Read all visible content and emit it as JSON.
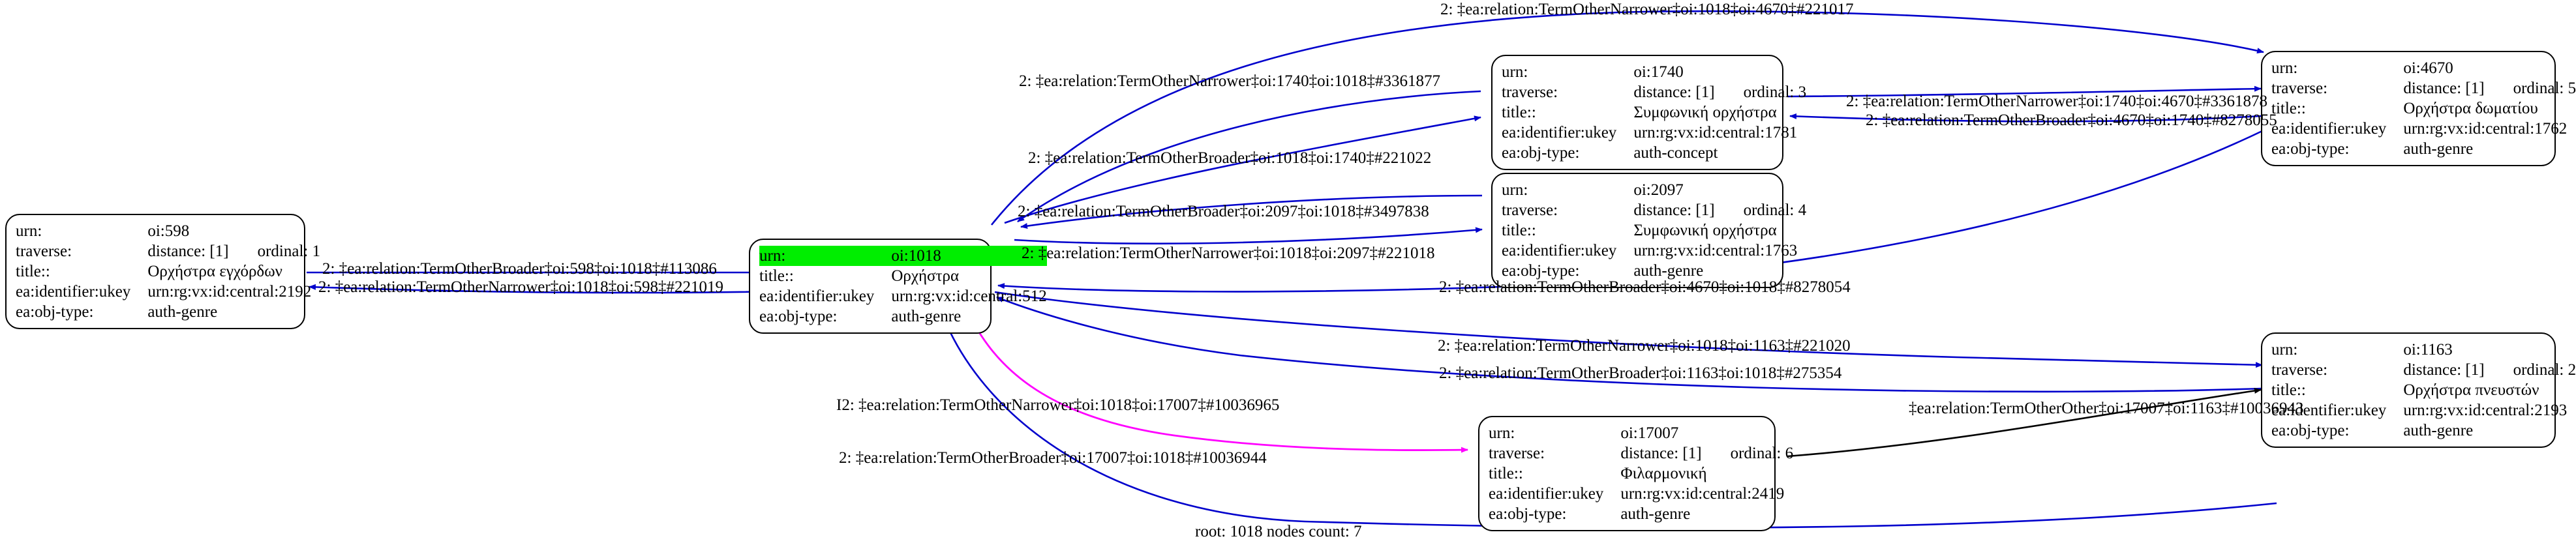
{
  "graph": {
    "caption": "root: 1018 nodes count: 7",
    "colors": {
      "edge_default": "#0000cc",
      "edge_highlight": "#ff00ff",
      "edge_other": "#000000",
      "node_highlight": "#00ee00",
      "node_border": "#000000",
      "background": "#ffffff"
    },
    "field_labels": {
      "urn": "urn:",
      "traverse": "traverse:",
      "title": "title::",
      "ukey": "ea:identifier:ukey",
      "objtype": "ea:obj-type:"
    },
    "nodes": [
      {
        "id": "598",
        "urn": "oi:598",
        "traverse_distance": "distance: [1]",
        "traverse_ordinal": "ordinal: 1",
        "title": "Ορχήστρα εγχόρδων",
        "ukey": "urn:rg:vx:id:central:2192",
        "objtype": "auth-genre",
        "highlighted": false
      },
      {
        "id": "1018",
        "urn": "oi:1018",
        "traverse_distance": "",
        "traverse_ordinal": "",
        "title": "Ορχήστρα",
        "ukey": "urn:rg:vx:id:central:512",
        "objtype": "auth-genre",
        "highlighted": true
      },
      {
        "id": "1740",
        "urn": "oi:1740",
        "traverse_distance": "distance: [1]",
        "traverse_ordinal": "ordinal: 3",
        "title": "Συμφωνική ορχήστρα",
        "ukey": "urn:rg:vx:id:central:1781",
        "objtype": "auth-concept",
        "highlighted": false
      },
      {
        "id": "2097",
        "urn": "oi:2097",
        "traverse_distance": "distance: [1]",
        "traverse_ordinal": "ordinal: 4",
        "title": "Συμφωνική ορχήστρα",
        "ukey": "urn:rg:vx:id:central:1763",
        "objtype": "auth-genre",
        "highlighted": false
      },
      {
        "id": "4670",
        "urn": "oi:4670",
        "traverse_distance": "distance: [1]",
        "traverse_ordinal": "ordinal: 5",
        "title": "Ορχήστρα δωματίου",
        "ukey": "urn:rg:vx:id:central:1762",
        "objtype": "auth-genre",
        "highlighted": false
      },
      {
        "id": "1163",
        "urn": "oi:1163",
        "traverse_distance": "distance: [1]",
        "traverse_ordinal": "ordinal: 2",
        "title": "Ορχήστρα πνευστών",
        "ukey": "urn:rg:vx:id:central:2193",
        "objtype": "auth-genre",
        "highlighted": false
      },
      {
        "id": "17007",
        "urn": "oi:17007",
        "traverse_distance": "distance: [1]",
        "traverse_ordinal": "ordinal: 6",
        "title": "Φιλαρμονική",
        "ukey": "urn:rg:vx:id:central:2419",
        "objtype": "auth-genre",
        "highlighted": false
      }
    ],
    "edge_labels": [
      {
        "key": "e1",
        "text": "2: ‡ea:relation:TermOtherNarrower‡oi:1018‡oi:4670‡#221017"
      },
      {
        "key": "e2",
        "text": "2: ‡ea:relation:TermOtherNarrower‡oi:1740‡oi:1018‡#3361877"
      },
      {
        "key": "e3",
        "text": "2: ‡ea:relation:TermOtherNarrower‡oi:1740‡oi:4670‡#3361878"
      },
      {
        "key": "e4",
        "text": "2: ‡ea:relation:TermOtherBroader‡oi:4670‡oi:1740‡#8278055"
      },
      {
        "key": "e5",
        "text": "2: ‡ea:relation:TermOtherBroader‡oi:1018‡oi:1740‡#221022"
      },
      {
        "key": "e6",
        "text": "2: ‡ea:relation:TermOtherBroader‡oi:2097‡oi:1018‡#3497838"
      },
      {
        "key": "e7",
        "text": "2: ‡ea:relation:TermOtherNarrower‡oi:1018‡oi:2097‡#221018"
      },
      {
        "key": "e8",
        "text": "2: ‡ea:relation:TermOtherBroader‡oi:598‡oi:1018‡#113086"
      },
      {
        "key": "e9",
        "text": "2: ‡ea:relation:TermOtherNarrower‡oi:1018‡oi:598‡#221019"
      },
      {
        "key": "e10",
        "text": "2: ‡ea:relation:TermOtherBroader‡oi:4670‡oi:1018‡#8278054"
      },
      {
        "key": "e11",
        "text": "2: ‡ea:relation:TermOtherNarrower‡oi:1018‡oi:1163‡#221020"
      },
      {
        "key": "e12",
        "text": "2: ‡ea:relation:TermOtherBroader‡oi:1163‡oi:1018‡#275354"
      },
      {
        "key": "e13",
        "text": "I2: ‡ea:relation:TermOtherNarrower‡oi:1018‡oi:17007‡#10036965"
      },
      {
        "key": "e14",
        "text": "2: ‡ea:relation:TermOtherBroader‡oi:17007‡oi:1018‡#10036944"
      },
      {
        "key": "e15",
        "text": "‡ea:relation:TermOtherOther‡oi:17007‡oi:1163‡#10036943"
      }
    ]
  }
}
